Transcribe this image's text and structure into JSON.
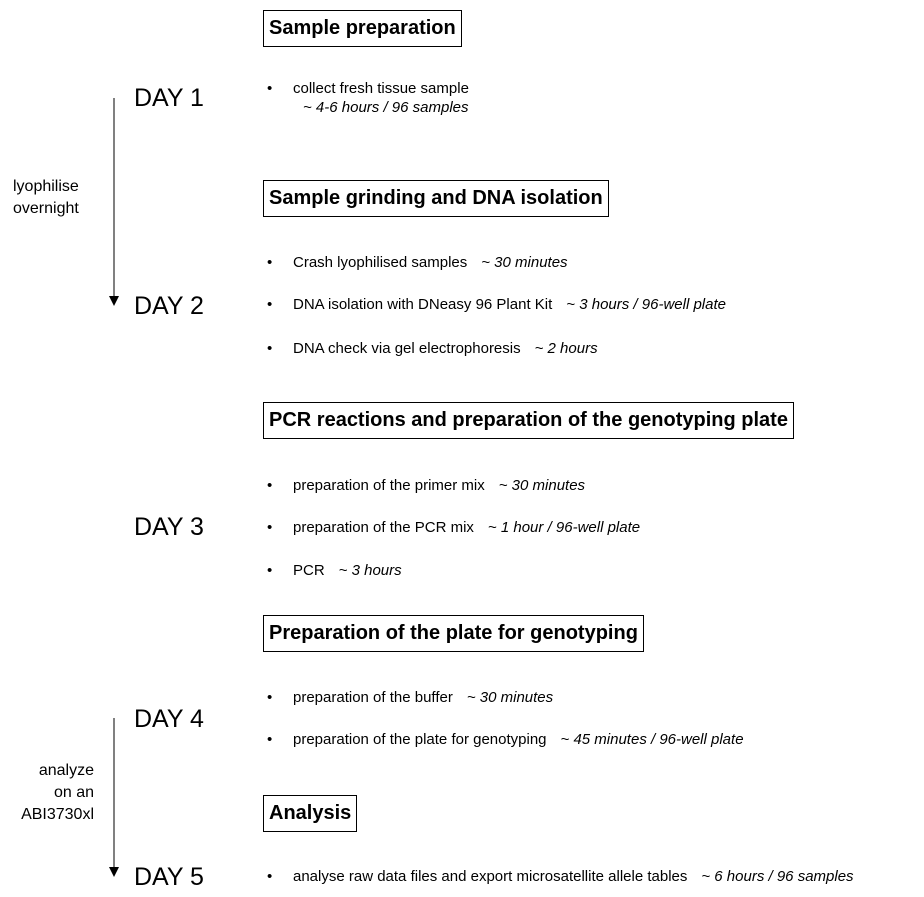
{
  "sections": [
    {
      "title": "Sample preparation"
    },
    {
      "title": "Sample grinding and DNA isolation"
    },
    {
      "title": "PCR reactions and preparation of the genotyping plate"
    },
    {
      "title": "Preparation of the plate for genotyping"
    },
    {
      "title": "Analysis"
    }
  ],
  "days": [
    "DAY 1",
    "DAY 2",
    "DAY 3",
    "DAY 4",
    "DAY 5"
  ],
  "side_labels": {
    "lyophilise": "lyophilise\novernight",
    "analyze": "analyze\non an\nABI3730xl"
  },
  "bullet": "•",
  "steps": {
    "s1": {
      "text": "collect fresh tissue sample",
      "duration": "~ 4-6 hours / 96 samples"
    },
    "s2": {
      "text": "Crash lyophilised samples",
      "duration": "~ 30 minutes"
    },
    "s3": {
      "text": "DNA isolation with DNeasy 96 Plant Kit",
      "duration": "~ 3 hours / 96-well plate"
    },
    "s4": {
      "text": "DNA check via gel electrophoresis",
      "duration": "~ 2 hours"
    },
    "s5": {
      "text": "preparation of the primer mix",
      "duration": "~ 30 minutes"
    },
    "s6": {
      "text": "preparation of the PCR mix",
      "duration": "~ 1 hour / 96-well plate"
    },
    "s7": {
      "text": "PCR",
      "duration": "~ 3 hours"
    },
    "s8": {
      "text": "preparation of the buffer",
      "duration": "~ 30 minutes"
    },
    "s9": {
      "text": "preparation of the plate for genotyping",
      "duration": "~ 45 minutes / 96-well plate"
    },
    "s10": {
      "text": "analyse raw data files and export microsatellite allele tables",
      "duration": "~ 6 hours / 96 samples"
    }
  }
}
